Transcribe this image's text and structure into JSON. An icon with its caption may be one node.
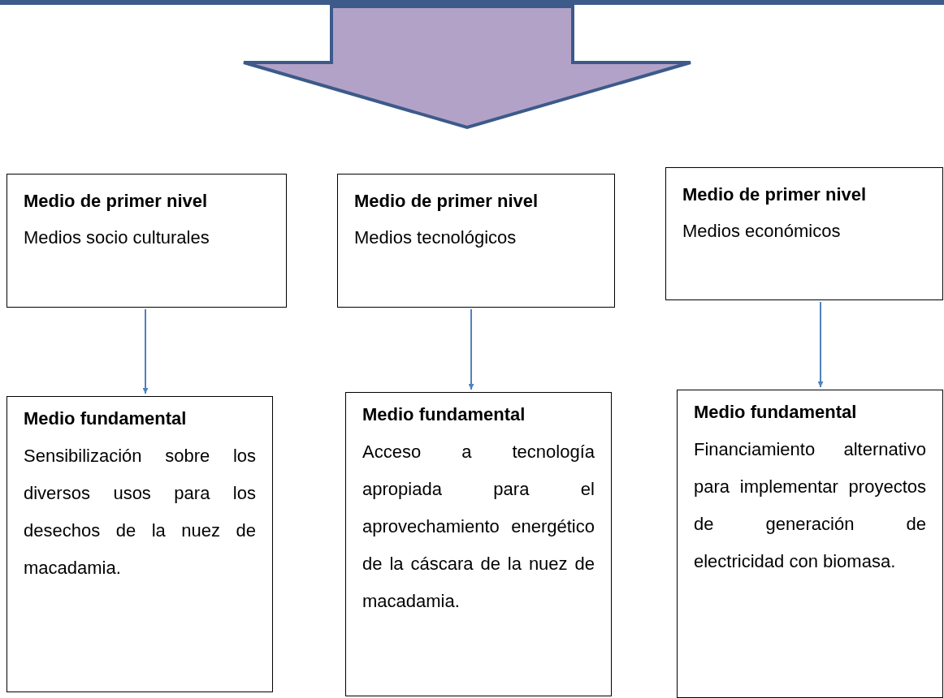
{
  "diagram": {
    "nodes": [
      {
        "text": [],
        "shape": "arrow"
      },
      {
        "text": [
          "Medio de primer nivel",
          "Medios socio culturales"
        ]
      },
      {
        "text": [
          "Medio de primer nivel",
          "Medios tecnológicos"
        ]
      },
      {
        "text": [
          "Medio de primer nivel",
          "Medios económicos"
        ]
      },
      {
        "text": [
          "Medio fundamental",
          "Sensibilización sobre los diversos usos para los desechos de la nuez de macadamia."
        ]
      },
      {
        "text": [
          "Medio fundamental",
          "Acceso a tecnología apropiada para el aprovechamiento energético de la cáscara de la nuez de macadamia."
        ]
      },
      {
        "text": [
          "Medio fundamental",
          "Financiamiento alternativo para implementar proyectos de generación de electricidad con biomasa."
        ]
      }
    ],
    "edges": [
      {
        "from": 1,
        "to": 4,
        "arrow": "to",
        "color": "#4f81bd"
      },
      {
        "from": 2,
        "to": 5,
        "arrow": "to",
        "color": "#4f81bd"
      },
      {
        "from": 3,
        "to": 6,
        "arrow": "to",
        "color": "#4f81bd"
      }
    ]
  }
}
